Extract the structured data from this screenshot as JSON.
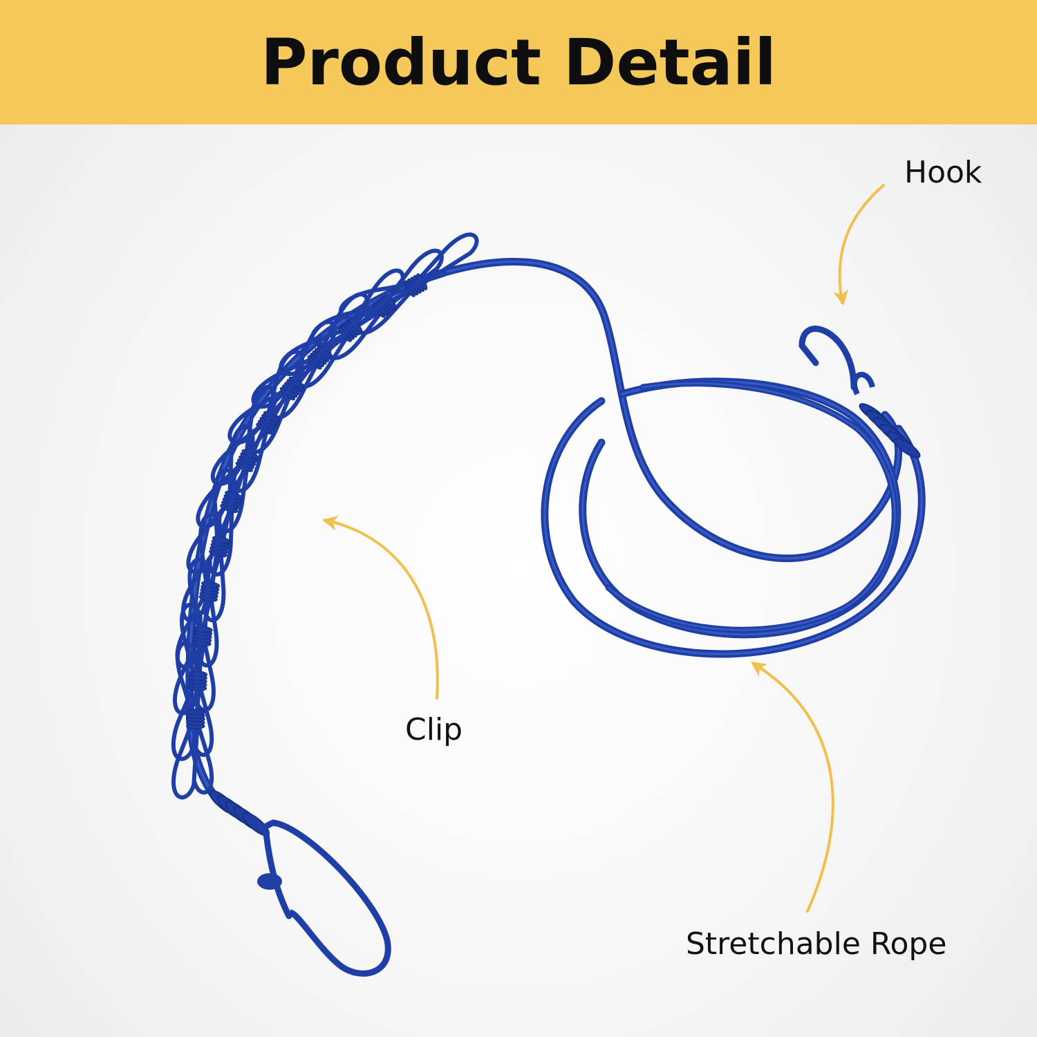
{
  "header": {
    "title": "Product Detail"
  },
  "callouts": {
    "hook": "Hook",
    "clip": "Clip",
    "rope": "Stretchable Rope"
  },
  "colors": {
    "banner": "#f5c85a",
    "rope": "#1f3fa6",
    "rope_highlight": "#4a6fd8",
    "arrow": "#f0bf4c",
    "text": "#111111"
  },
  "product": {
    "icon": "clothesline-icon"
  }
}
